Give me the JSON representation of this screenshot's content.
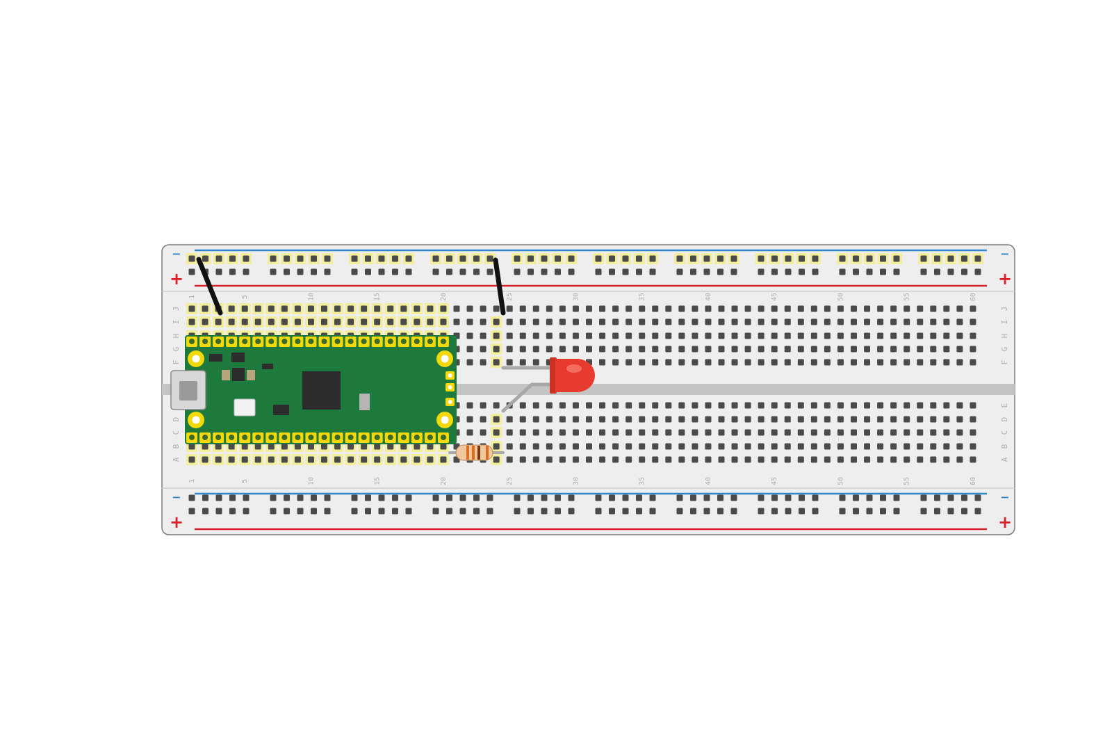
{
  "breadboard": {
    "columns": 60,
    "rail_groups": 10,
    "holes_per_rail_group": 5,
    "rows_top": [
      "J",
      "I",
      "H",
      "G",
      "F"
    ],
    "rows_bottom": [
      "E",
      "D",
      "C",
      "B",
      "A"
    ],
    "column_number_labels": [
      "1",
      "5",
      "10",
      "15",
      "20",
      "25",
      "30",
      "35",
      "40",
      "45",
      "50",
      "55",
      "60"
    ],
    "rail_minus_symbol": "−",
    "rail_plus_symbol": "+",
    "colors": {
      "board": "#eeeeee",
      "board_outline": "#7a7a7a",
      "hole": "#4a4a4a",
      "highlight": "#f3ee9c",
      "trench": "#c4c4c4",
      "rail_blue": "#2f86c8",
      "rail_red": "#d8202a",
      "label": "#b0b0b0"
    }
  },
  "pico": {
    "pin_columns": 20,
    "colors": {
      "pcb": "#1e7a3c",
      "pad": "#f4d90a",
      "chip": "#2c2c2c",
      "button": "#f2f2f2",
      "usb": "#d8d8d8"
    }
  },
  "led": {
    "colors": {
      "body": "#e63b2e",
      "highlight": "#ff8f80",
      "leg": "#a8a8a8"
    }
  },
  "resistor": {
    "colors": {
      "body": "#f0c8a0",
      "band1": "#e36b1e",
      "band2": "#e36b1e",
      "band3": "#7a3a10",
      "leg": "#a8a8a8"
    }
  },
  "wires": {
    "colors": {
      "wire": "#111111"
    }
  }
}
